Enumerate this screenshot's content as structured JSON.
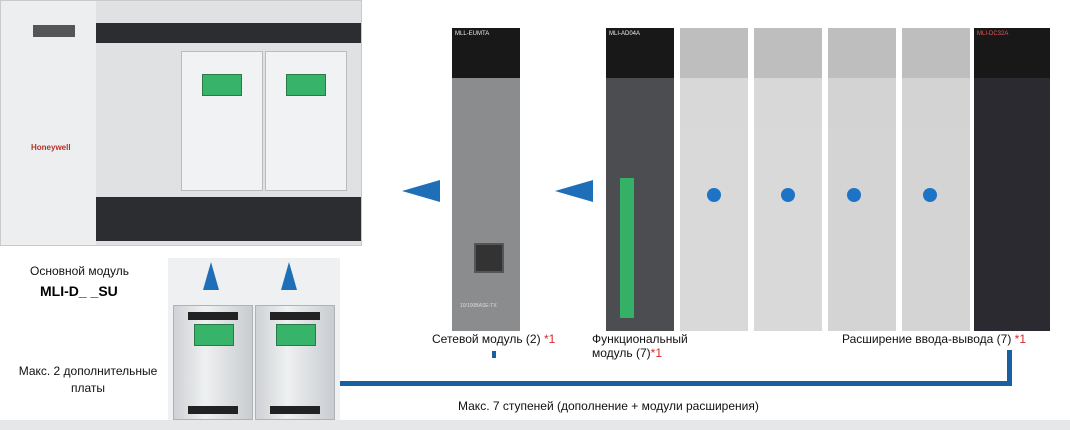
{
  "main_module": {
    "label": "Основной модуль",
    "model": "MLI-D_ _SU",
    "brand": "Honeywell"
  },
  "expansion_boards": {
    "label": "Макс. 2 дополнительные платы"
  },
  "network_module": {
    "label": "Сетевой модуль (2)",
    "note": "*1",
    "model": "MLL-EUMTA",
    "port_label": "10/100BASE-TX"
  },
  "function_module": {
    "label": "Функциональный модуль (7)",
    "note": "*1",
    "model": "MLI-AD04A"
  },
  "io_expansion": {
    "label": "Расширение ввода-вывода (7)",
    "note": "*1",
    "model": "MLI-DC32A"
  },
  "stages": {
    "label": "Макс. 7 ступеней (дополнение + модули расширения)"
  },
  "colors": {
    "accent": "#1e6fb8",
    "note": "#d42b2b"
  }
}
